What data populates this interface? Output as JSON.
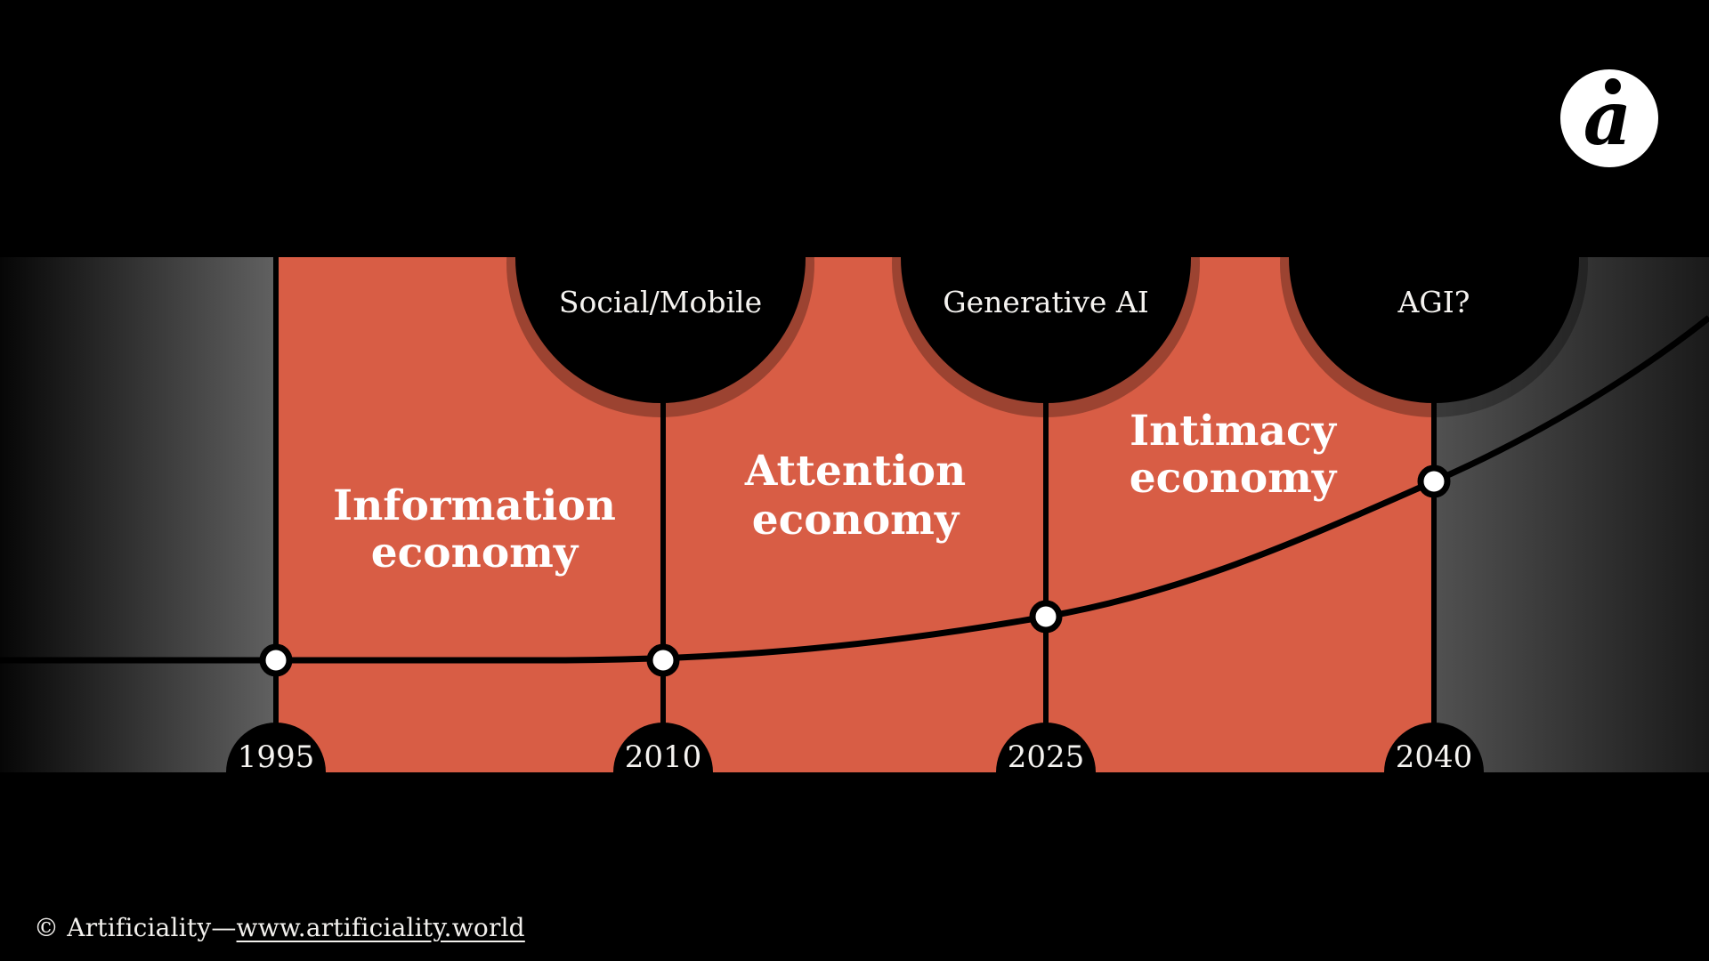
{
  "colors": {
    "background": "#000000",
    "accent_red": "#D85D45",
    "left_gradient_start": "#060606",
    "left_gradient_end": "#616161",
    "right_gradient_start": "#515151",
    "right_gradient_end": "#1a1a1a",
    "line_black": "#000000",
    "text_white": "#ffffff"
  },
  "logo": {
    "glyph": "a"
  },
  "timeline": {
    "points": [
      {
        "year": "1995",
        "label": ""
      },
      {
        "year": "2010",
        "label": "Social/Mobile"
      },
      {
        "year": "2025",
        "label": "Generative AI"
      },
      {
        "year": "2040",
        "label": "AGI?"
      }
    ],
    "eras": [
      {
        "line1": "Information",
        "line2": "economy",
        "span": "1995-2010"
      },
      {
        "line1": "Attention",
        "line2": "economy",
        "span": "2010-2025"
      },
      {
        "line1": "Intimacy",
        "line2": "economy",
        "span": "2025-2040"
      }
    ],
    "curve": {
      "shape": "flat then exponential rise",
      "dots_at_years": [
        "1995",
        "2010",
        "2025",
        "2040"
      ]
    }
  },
  "footer": {
    "copyright": "© Artificiality—",
    "link": "www.artificiality.world"
  }
}
